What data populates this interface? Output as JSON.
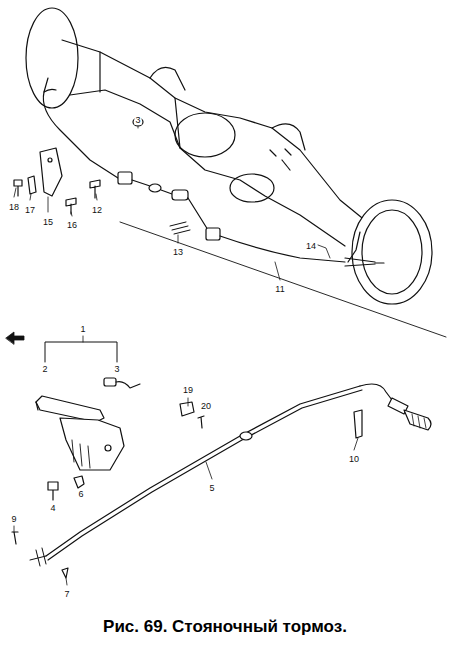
{
  "diagram": {
    "caption": "Рис. 69. Стояночный тормоз.",
    "labels": [
      "3",
      "18",
      "17",
      "15",
      "16",
      "12",
      "13",
      "14",
      "11",
      "1",
      "2",
      "3",
      "19",
      "20",
      "10",
      "4",
      "6",
      "5",
      "9",
      "7"
    ]
  }
}
